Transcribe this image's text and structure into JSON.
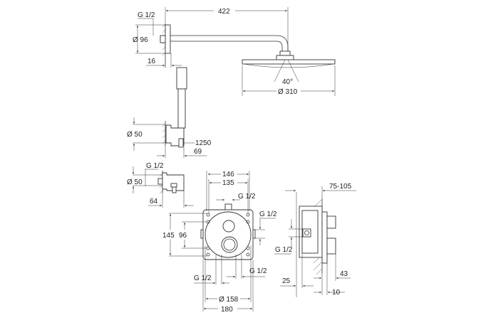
{
  "labels": {
    "arm_inlet_thread": "G 1/2",
    "arm_flange_diameter": "Ø 96",
    "arm_flange_depth": "16",
    "arm_length": "422",
    "spray_angle": "40°",
    "head_diameter": "Ø 310",
    "holder_diameter": "Ø 50",
    "hose_length": "1250",
    "holder_projection": "69",
    "elbow_thread": "G 1/2",
    "elbow_diameter": "Ø 50",
    "elbow_projection": "64",
    "plate_width_outer": "146",
    "plate_width_inner": "135",
    "top_outlet_thread": "G 1/2",
    "right_outlet_thread": "G 1/2",
    "plate_height": "145",
    "knob_spacing": "96",
    "bottom_left_thread": "G 1/2",
    "bottom_right_thread": "G 1/2",
    "cover_diameter": "Ø 158",
    "box_width": "180",
    "install_depth": "75-105",
    "side_thread": "G 1/2",
    "rear_offset": "25",
    "knob_projection": "43",
    "plate_offset": "10"
  }
}
